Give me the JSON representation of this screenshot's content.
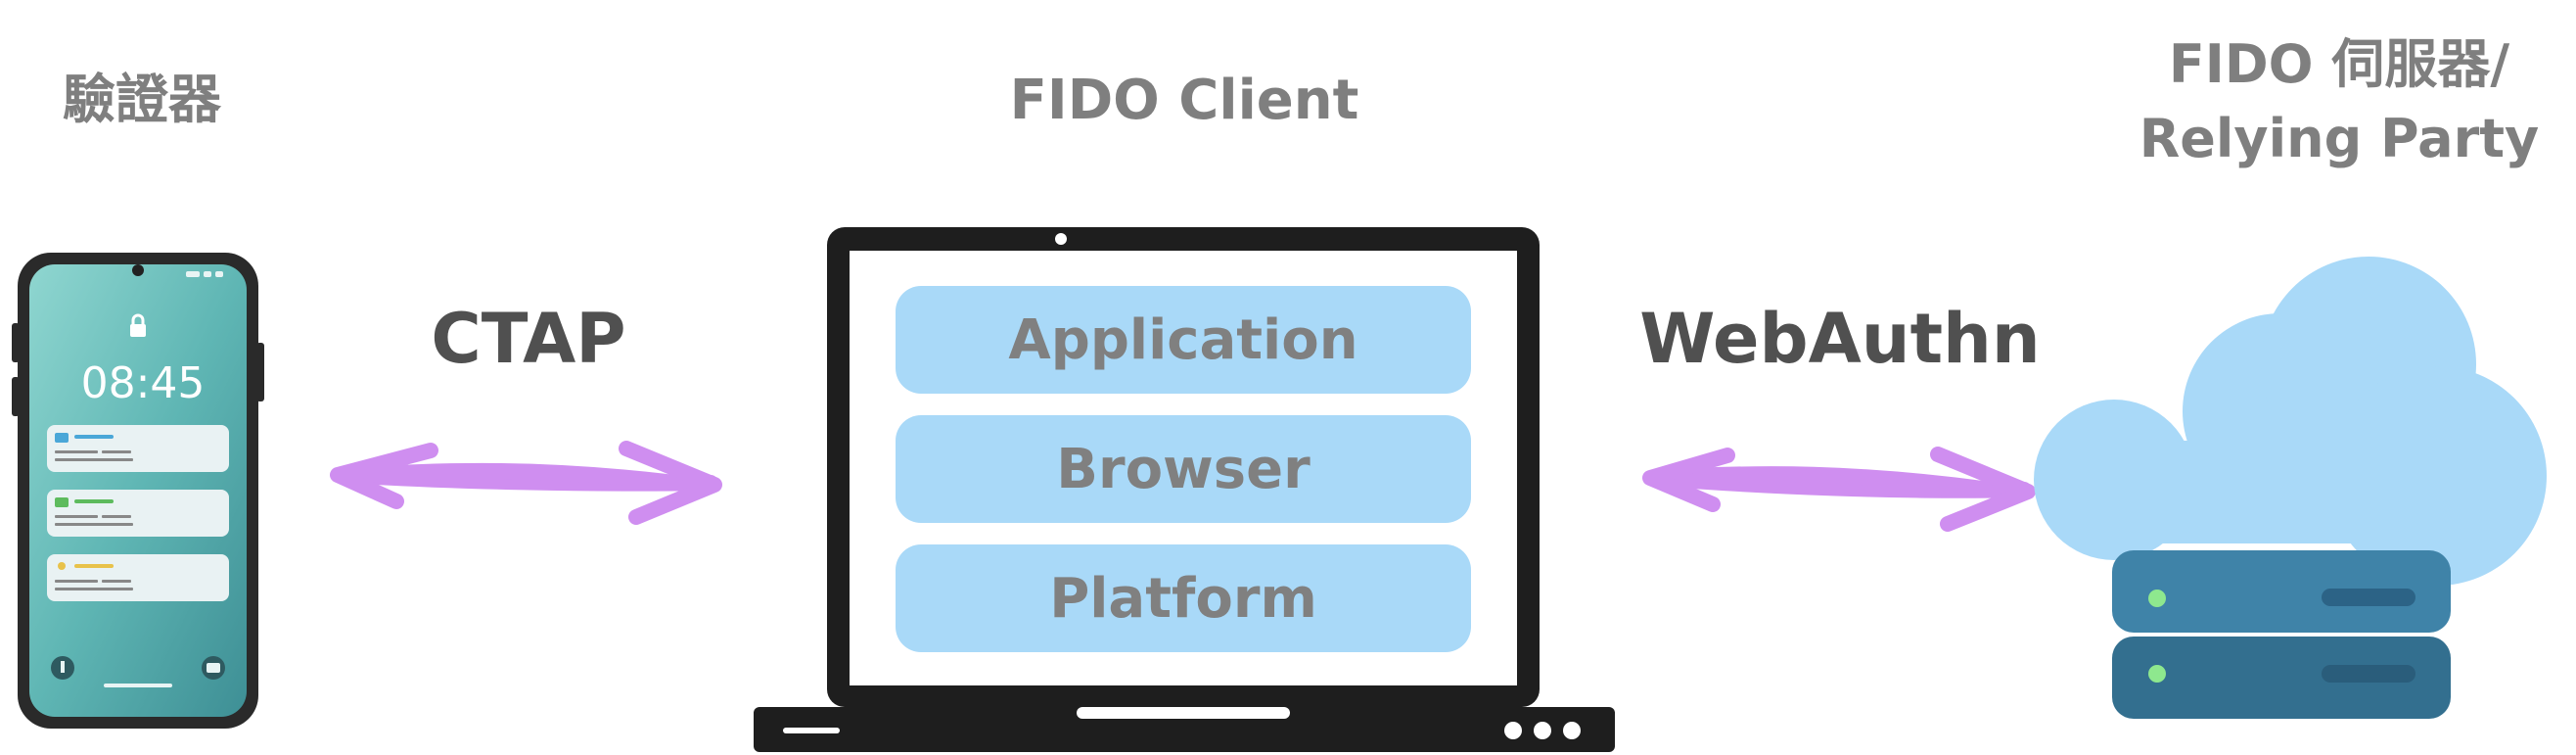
{
  "labels": {
    "authenticator": "驗證器",
    "client": "FIDO Client",
    "server_line1": "FIDO 伺服器/",
    "server_line2": "Relying Party"
  },
  "protocols": {
    "left": "CTAP",
    "right": "WebAuthn"
  },
  "client_layers": [
    "Application",
    "Browser",
    "Platform"
  ],
  "phone": {
    "time": "08:45"
  },
  "colors": {
    "label_gray": "#7f7f7f",
    "protocol_dark": "#505050",
    "arrow_purple": "#cf8ef0",
    "layer_blue": "#a9d9f8",
    "cloud_blue": "#a9d9f8",
    "server_blue": "#3f83a8",
    "laptop_black": "#1e1e1e"
  }
}
